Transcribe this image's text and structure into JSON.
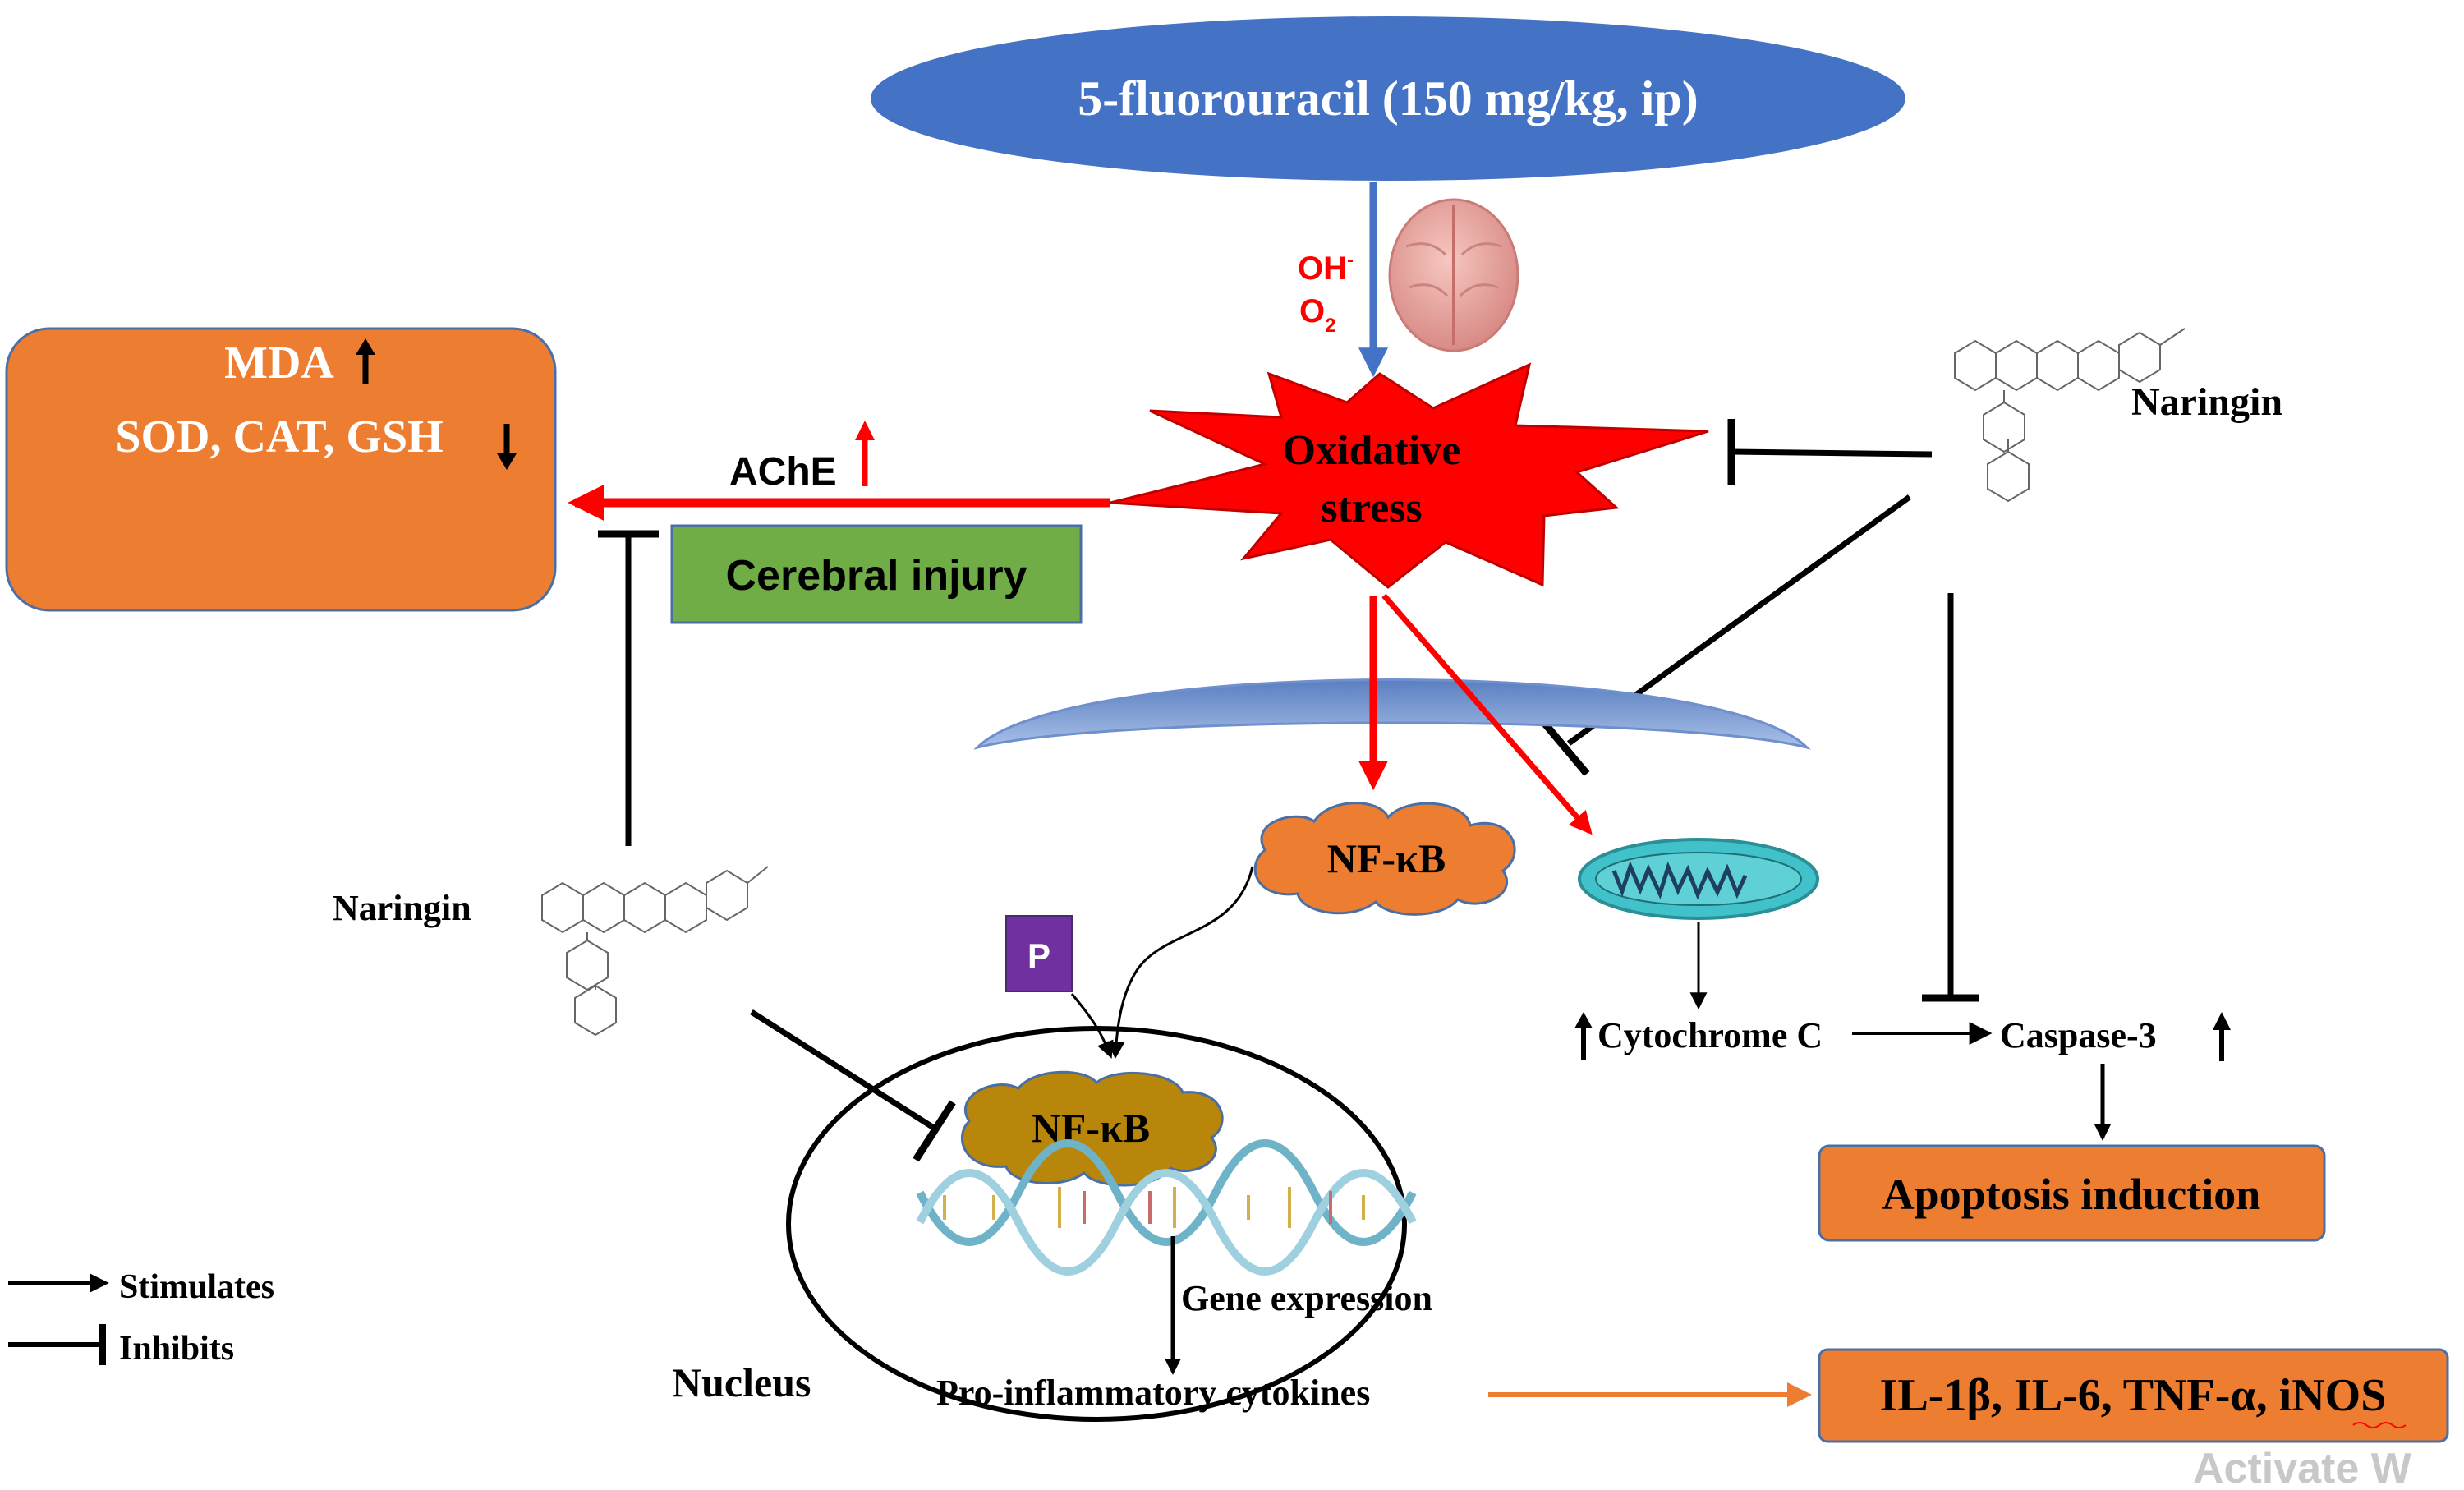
{
  "drug": {
    "label": "5-fluorouracil (150 mg/kg, ip)"
  },
  "ros": {
    "oh": "OH",
    "oh_sup": "-",
    "o2": "O",
    "o2_sub": "2"
  },
  "oxidative_stress": {
    "line1": "Oxidative",
    "line2": "stress"
  },
  "markers": {
    "line1": "MDA",
    "line2": "SOD, CAT, GSH"
  },
  "ache": {
    "label": "AChE"
  },
  "cerebral_injury": {
    "label": "Cerebral injury"
  },
  "naringin_right": {
    "label": "Naringin"
  },
  "naringin_left": {
    "label": "Naringin"
  },
  "nfkb_cyto": {
    "label": "NF-κB"
  },
  "nfkb_nucleus": {
    "label": "NF-κB"
  },
  "phospho": {
    "label": "P"
  },
  "cytochrome": {
    "label": "Cytochrome C"
  },
  "caspase": {
    "label": "Caspase-3"
  },
  "apoptosis": {
    "label": "Apoptosis induction"
  },
  "gene_expression": {
    "label": "Gene expression"
  },
  "cytokines_text": {
    "label": "Pro-inflammatory cytokines"
  },
  "nucleus": {
    "label": "Nucleus"
  },
  "cytokine_box": {
    "label": "IL-1β, IL-6, TNF-α, iNOS"
  },
  "legend": {
    "stimulates": "Stimulates",
    "inhibits": "Inhibits"
  },
  "watermark": {
    "label": "Activate W"
  },
  "colors": {
    "drug_fill": "#4472c4",
    "orange": "#ed7d31",
    "green": "#70ad47",
    "red": "#ff0000",
    "purple": "#7030a0",
    "teal": "#41c1c9",
    "gold": "#b8860b",
    "er_blue": "#8faadc"
  }
}
